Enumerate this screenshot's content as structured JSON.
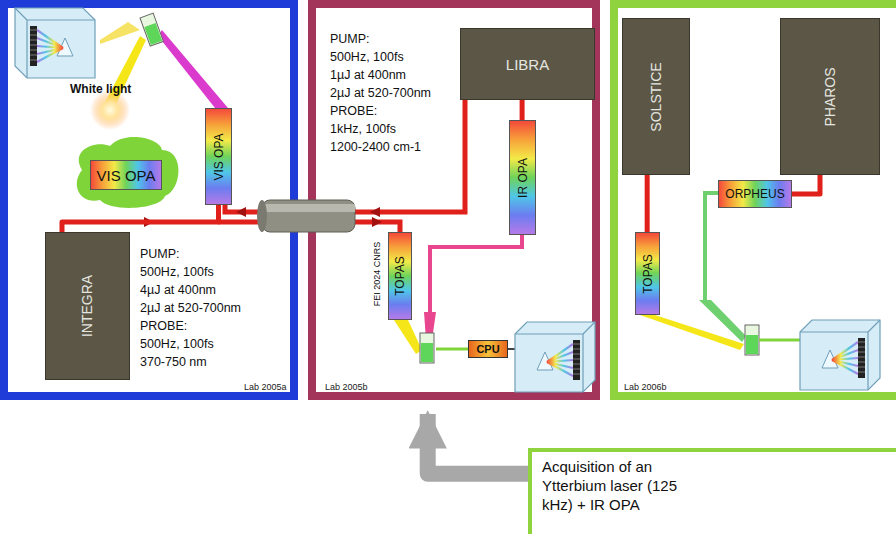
{
  "diagram": {
    "nodes": [
      {
        "text": [
          "Lab 2005a"
        ]
      },
      {
        "text": [
          "INTEGRA"
        ],
        "in": 0
      },
      {
        "text": [
          "VIS OPA"
        ],
        "in": 0
      },
      {
        "text": [
          "VIS OPA"
        ],
        "in": 0
      },
      {
        "text": [
          "Lab 2005b"
        ]
      },
      {
        "text": [
          "LIBRA"
        ],
        "in": 4
      },
      {
        "text": [
          "IR OPA"
        ],
        "in": 4
      },
      {
        "text": [
          "TOPAS"
        ],
        "in": 4
      },
      {
        "text": [
          "CPU"
        ],
        "in": 4
      },
      {
        "text": [
          "Lab 2006b"
        ]
      },
      {
        "text": [
          "SOLSTICE"
        ],
        "in": 9
      },
      {
        "text": [
          "PHAROS"
        ],
        "in": 9
      },
      {
        "text": [
          "ORPHEUS"
        ],
        "in": 9
      },
      {
        "text": [
          "TOPAS"
        ],
        "in": 9
      },
      {
        "text": [
          "Acquisition of an Ytterbium laser (125 kHz) + IR OPA"
        ]
      }
    ],
    "edges": [
      {
        "from": 1,
        "to": 2,
        "arrow": "none"
      },
      {
        "from": 5,
        "to": 6,
        "arrow": "none"
      },
      {
        "from": 11,
        "to": 12,
        "arrow": "none"
      },
      {
        "from": 10,
        "to": 13,
        "arrow": "none"
      },
      {
        "from": 14,
        "to": 4,
        "arrow": "to"
      }
    ],
    "labels": [
      "White light",
      "PUMP:",
      "500Hz, 100fs",
      "4µJ at 400nm",
      "2µJ at 520-700nm",
      "PROBE:",
      "500Hz, 100fs",
      "370-750 nm",
      "PUMP:",
      "500Hz, 100fs",
      "1µJ at 400nm",
      "2µJ at 520-700nm",
      "PROBE:",
      "1kHz, 100fs",
      "1200-2400 cm-1",
      "FEI 2024 CNRS"
    ]
  }
}
